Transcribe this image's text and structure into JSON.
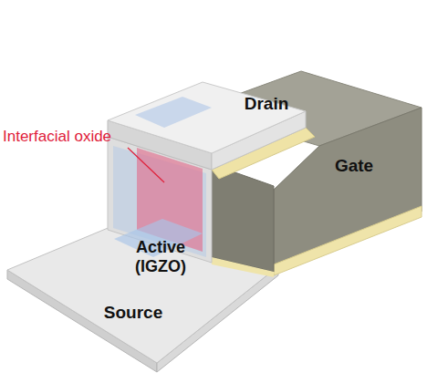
{
  "diagram": {
    "labels": [
      "Drain",
      "Interfacial oxide",
      "Gate",
      "Active (IGZO)",
      "Source"
    ]
  }
}
